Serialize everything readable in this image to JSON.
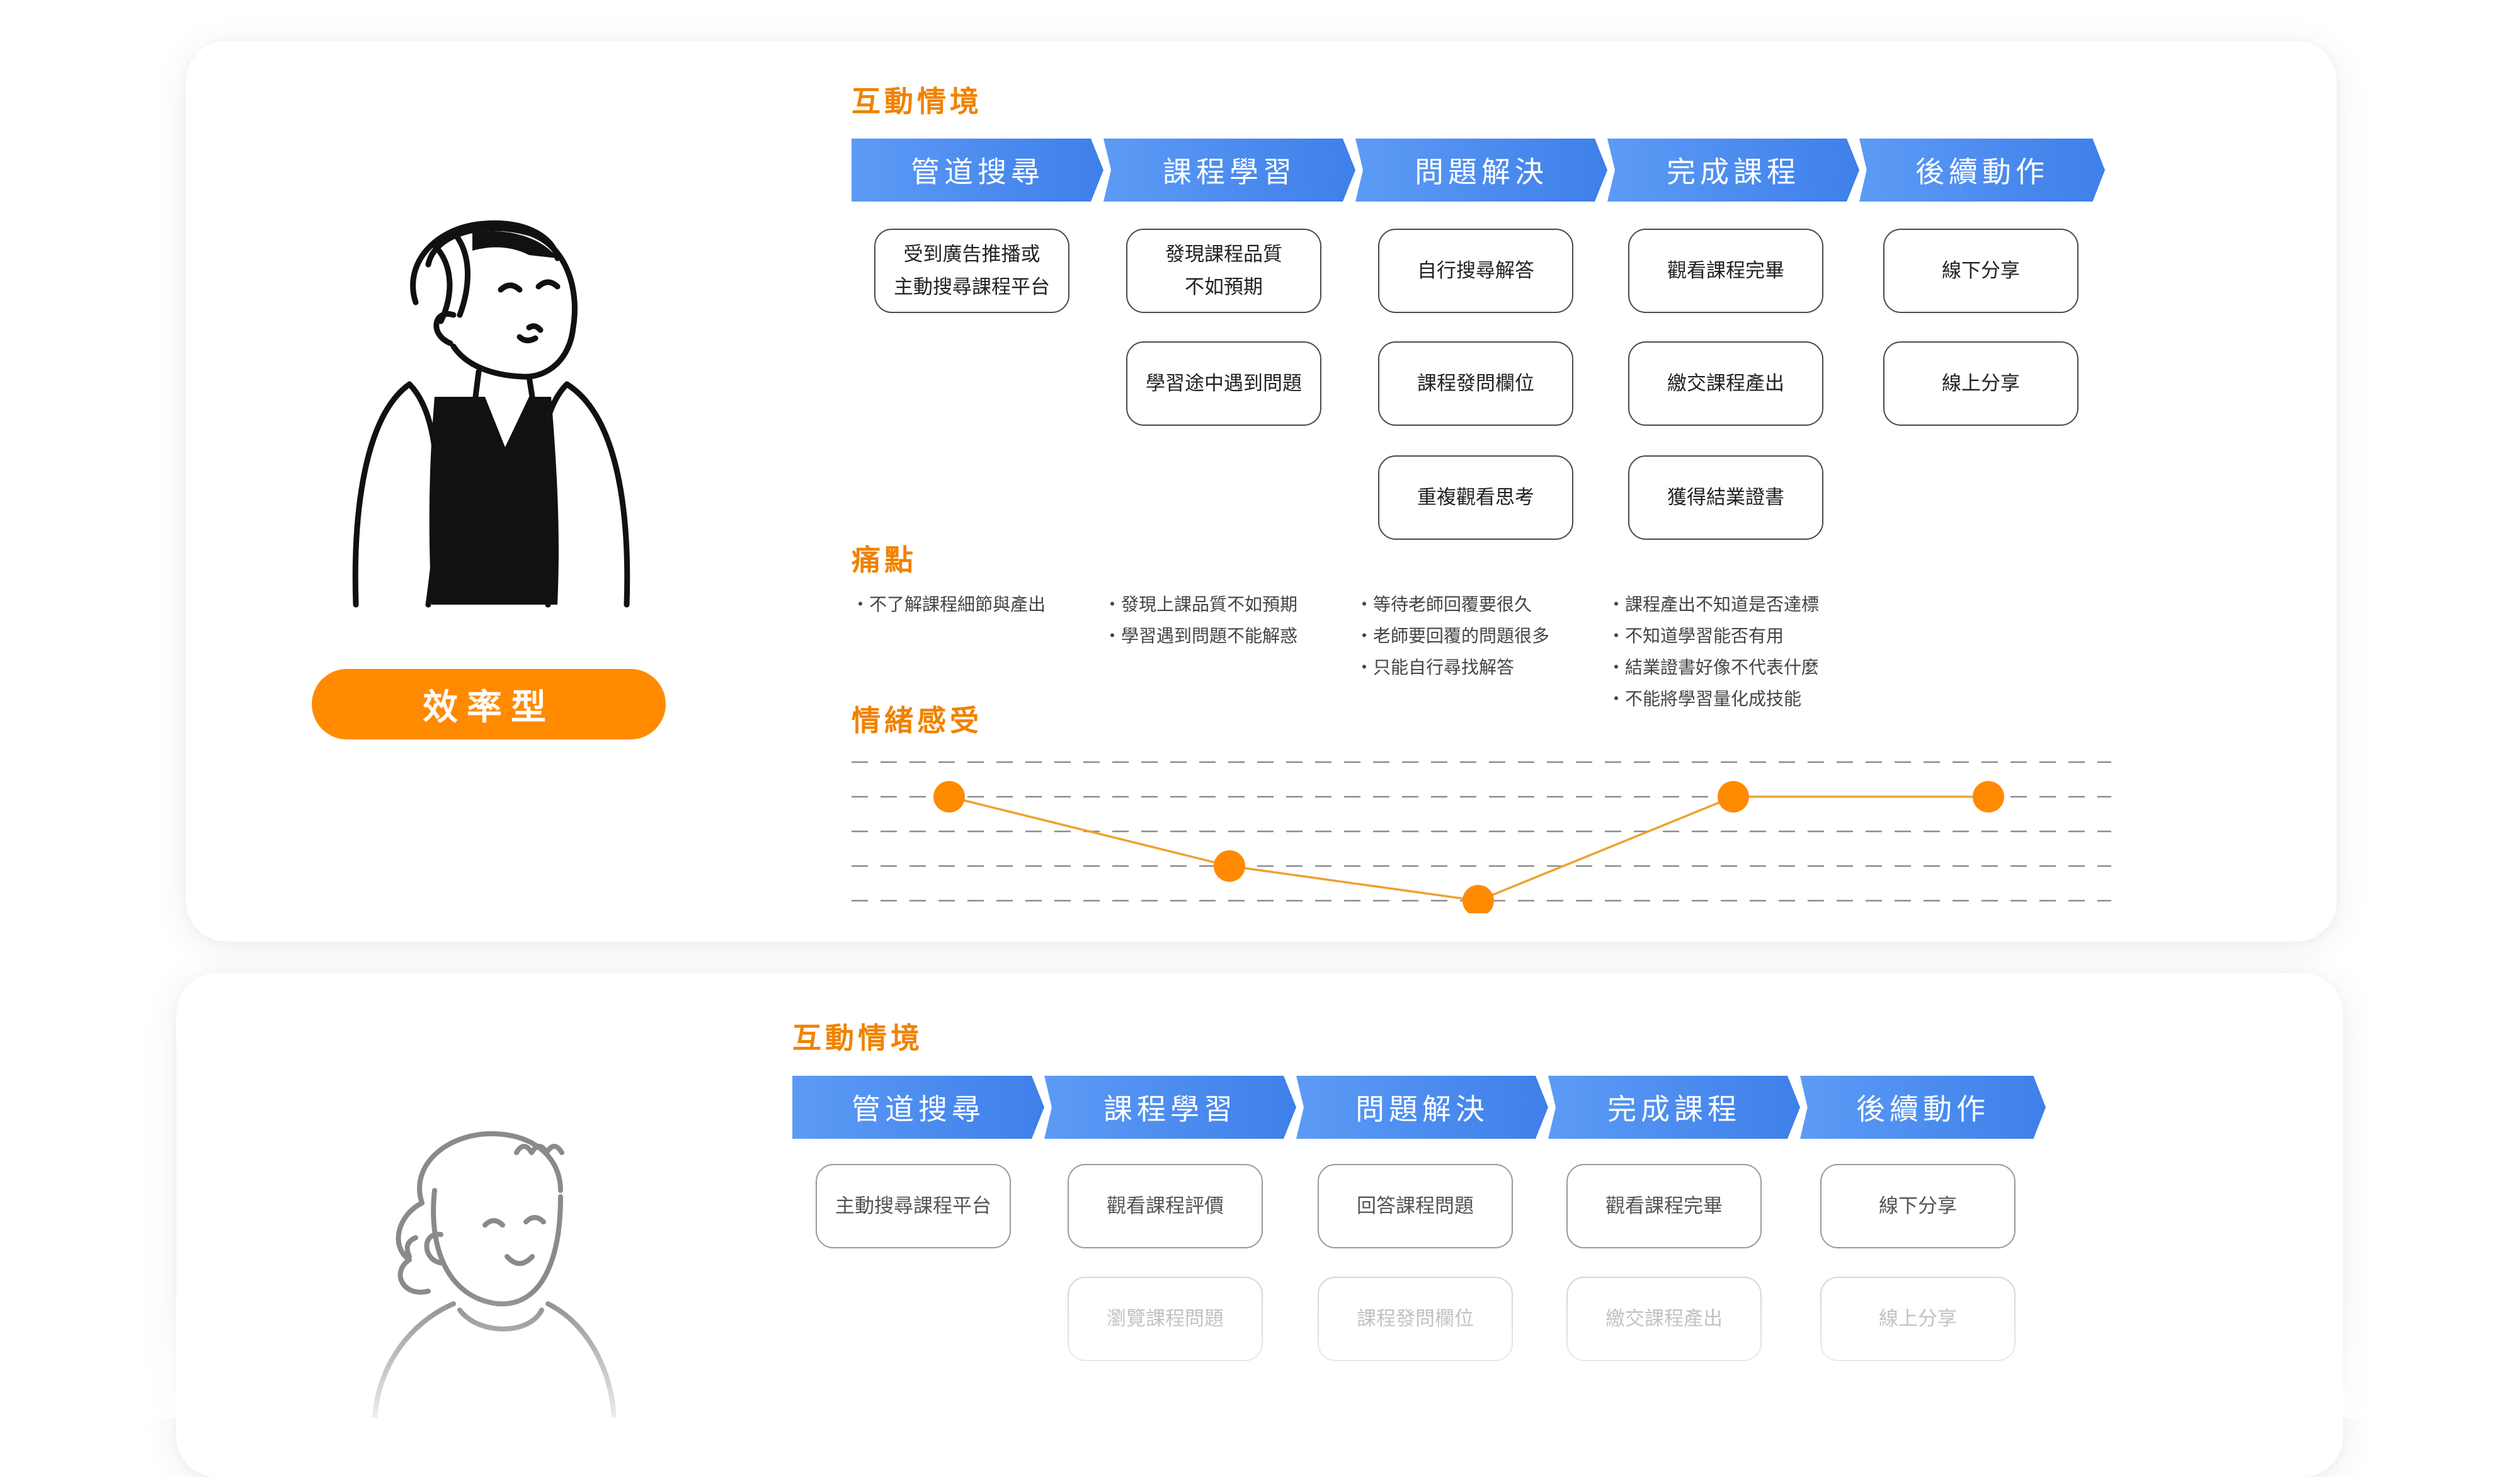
{
  "colors": {
    "accent": "#FF8A00",
    "stage_blue": "#4A8CF0",
    "line": "#F0A030"
  },
  "persona1": {
    "label": "效率型",
    "sections": {
      "interaction": "互動情境",
      "pain": "痛點",
      "emotion": "情緒感受"
    },
    "stages": [
      "管道搜尋",
      "課程學習",
      "問題解決",
      "完成課程",
      "後續動作"
    ],
    "touchpoints": [
      [
        "受到廣告推播或\n主動搜尋課程平台"
      ],
      [
        "發現課程品質\n不如預期",
        "學習途中遇到問題"
      ],
      [
        "自行搜尋解答",
        "課程發問欄位",
        "重複觀看思考"
      ],
      [
        "觀看課程完畢",
        "繳交課程產出",
        "獲得結業證書"
      ],
      [
        "線下分享",
        "線上分享"
      ]
    ],
    "pain_points": [
      [
        "・不了解課程細節與產出"
      ],
      [
        "・發現上課品質不如預期",
        "・學習遇到問題不能解惑"
      ],
      [
        "・等待老師回覆要很久",
        "・老師要回覆的問題很多",
        "・只能自行尋找解答"
      ],
      [
        "・課程產出不知道是否達標",
        "・不知道學習能否有用",
        "・結業證書好像不代表什麼",
        "・不能將學習量化成技能"
      ]
    ]
  },
  "persona2": {
    "sections": {
      "interaction": "互動情境"
    },
    "stages": [
      "管道搜尋",
      "課程學習",
      "問題解決",
      "完成課程",
      "後續動作"
    ],
    "touchpoints": [
      [
        "主動搜尋課程平台"
      ],
      [
        "觀看課程評價",
        "瀏覽課程問題"
      ],
      [
        "回答課程問題",
        "課程發問欄位"
      ],
      [
        "觀看課程完畢",
        "繳交課程產出"
      ],
      [
        "線下分享",
        "線上分享"
      ]
    ]
  },
  "chart_data": {
    "type": "line",
    "categories": [
      "管道搜尋",
      "課程學習",
      "問題解決",
      "完成課程",
      "後續動作"
    ],
    "values": [
      4,
      2,
      1,
      4,
      4
    ],
    "ylim": [
      0,
      5
    ],
    "grid": true
  }
}
